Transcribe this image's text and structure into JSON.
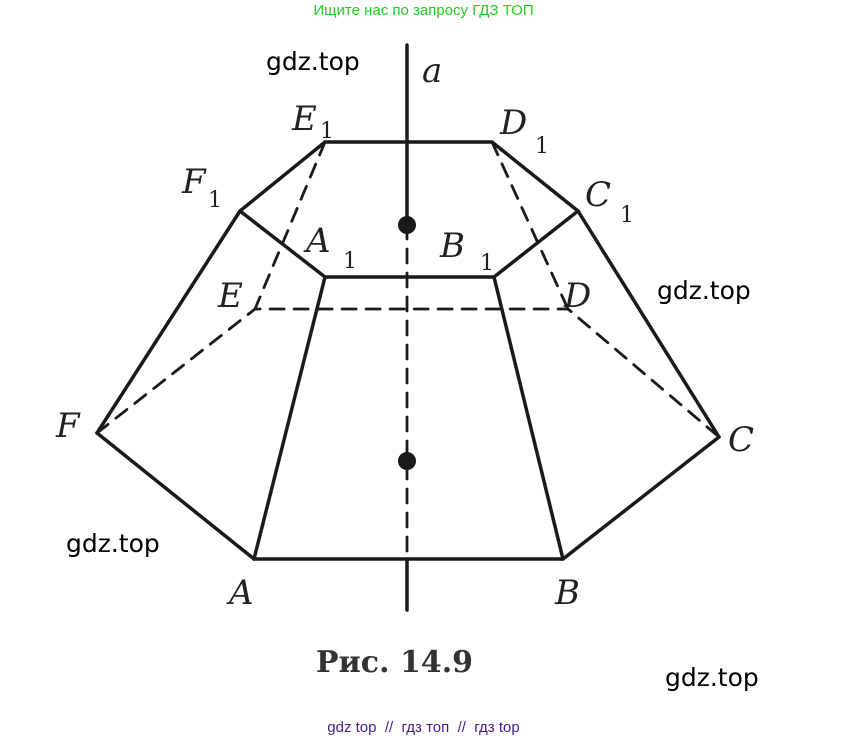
{
  "banner": "Ищите нас по запросу ГДЗ ТОП",
  "watermarks": [
    "gdz.top",
    "gdz.top",
    "gdz.top",
    "gdz.top"
  ],
  "footer": "gdz top  //  гдз топ  //  гдз top",
  "figure": {
    "caption": "Рис. 14.9",
    "axis_label": "a",
    "vertices": {
      "E1": {
        "letter": "E",
        "sub": "1"
      },
      "D1": {
        "letter": "D",
        "sub": "1"
      },
      "F1": {
        "letter": "F",
        "sub": "1"
      },
      "C1": {
        "letter": "C",
        "sub": "1"
      },
      "A1": {
        "letter": "A",
        "sub": "1"
      },
      "B1": {
        "letter": "B",
        "sub": "1"
      },
      "E": {
        "letter": "E"
      },
      "D": {
        "letter": "D"
      },
      "F": {
        "letter": "F"
      },
      "C": {
        "letter": "C"
      },
      "A": {
        "letter": "A"
      },
      "B": {
        "letter": "B"
      }
    }
  }
}
